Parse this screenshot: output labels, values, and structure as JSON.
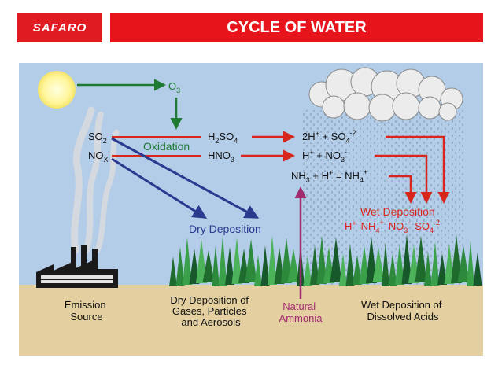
{
  "header": {
    "logo_text": "SAFARO",
    "title": "CYCLE OF WATER"
  },
  "colors": {
    "brand_red": "#e01b22",
    "sky": "#b3cde8",
    "ground": "#e3cfa0",
    "green_arrow": "#1e7a33",
    "red_arrow": "#d9261c",
    "blue_arrow": "#2b3a8f",
    "ammonia_arrow": "#a02a6e"
  },
  "diagram": {
    "o3": {
      "main": "O",
      "sub": "3"
    },
    "so2": {
      "main": "SO",
      "sub": "2"
    },
    "nox": {
      "main": "NO",
      "sub": "X"
    },
    "oxidation": "Oxidation",
    "h2so4": {
      "a": "H",
      "sub1": "2",
      "b": "SO",
      "sub2": "4"
    },
    "hno3": {
      "a": "HNO",
      "sub": "3"
    },
    "eq1": {
      "a": "2H",
      "sup1": "+",
      "b": " + SO",
      "sub": "4",
      "sup2": "-2"
    },
    "eq2": {
      "a": "H",
      "sup1": "+",
      "b": " + NO",
      "sub": "3",
      "sup2": "-"
    },
    "eq3": {
      "a": "NH",
      "sub1": "3",
      "b": " + H",
      "sup1": "+",
      "c": " = NH",
      "sub2": "4",
      "sup2": "+"
    },
    "wet_deposition": "Wet Deposition",
    "wet_ions": {
      "h": "H",
      "h_sup": "+",
      "nh": "NH",
      "nh_sub": "4",
      "nh_sup": "+",
      "no": "NO",
      "no_sub": "3",
      "no_sup": "-",
      "so": "SO",
      "so_sub": "4",
      "so_sup": "-2"
    },
    "dry_deposition": "Dry Deposition",
    "labels": {
      "emission": [
        "Emission",
        "Source"
      ],
      "dry_dep": [
        "Dry Deposition of",
        "Gases, Particles",
        "and Aerosols"
      ],
      "natural": [
        "Natural",
        "Ammonia"
      ],
      "wet_dep": [
        "Wet Deposition of",
        "Dissolved Acids"
      ]
    }
  }
}
